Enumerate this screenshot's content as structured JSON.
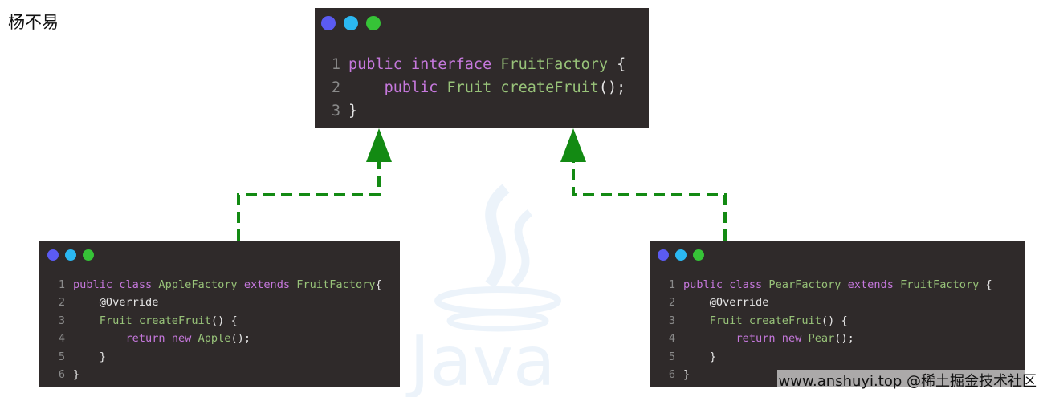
{
  "author": "杨不易",
  "footer_text": "www.anshuyi.top @稀土掘金技术社区",
  "colors": {
    "window_bg": "#2f2a2a",
    "dot_purple": "#5b5bf2",
    "dot_cyan": "#2bb8f2",
    "dot_green": "#36c337",
    "arrow": "#138a13",
    "keyword": "#c678dd",
    "type": "#98c379"
  },
  "watermark_icon": "java-logo-icon",
  "interface_code": {
    "lines": [
      {
        "n": "1",
        "tokens": [
          {
            "t": "public",
            "c": "kw"
          },
          {
            "t": " ",
            "c": "pl"
          },
          {
            "t": "interface",
            "c": "kw"
          },
          {
            "t": " ",
            "c": "pl"
          },
          {
            "t": "FruitFactory",
            "c": "ty"
          },
          {
            "t": " {",
            "c": "pl"
          }
        ]
      },
      {
        "n": "2",
        "tokens": [
          {
            "t": "    ",
            "c": "pl"
          },
          {
            "t": "public",
            "c": "kw"
          },
          {
            "t": " ",
            "c": "pl"
          },
          {
            "t": "Fruit",
            "c": "ty"
          },
          {
            "t": " ",
            "c": "pl"
          },
          {
            "t": "createFruit",
            "c": "fn"
          },
          {
            "t": "();",
            "c": "pl"
          }
        ]
      },
      {
        "n": "3",
        "tokens": [
          {
            "t": "}",
            "c": "pl"
          }
        ]
      }
    ]
  },
  "apple_code": {
    "lines": [
      {
        "n": "1",
        "tokens": [
          {
            "t": "public",
            "c": "kw"
          },
          {
            "t": " ",
            "c": "pl"
          },
          {
            "t": "class",
            "c": "kw"
          },
          {
            "t": " ",
            "c": "pl"
          },
          {
            "t": "AppleFactory",
            "c": "ty"
          },
          {
            "t": " ",
            "c": "pl"
          },
          {
            "t": "extends",
            "c": "kw"
          },
          {
            "t": " ",
            "c": "pl"
          },
          {
            "t": "FruitFactory",
            "c": "ty"
          },
          {
            "t": "{",
            "c": "pl"
          }
        ]
      },
      {
        "n": "2",
        "tokens": [
          {
            "t": "    @Override",
            "c": "pl"
          }
        ]
      },
      {
        "n": "3",
        "tokens": [
          {
            "t": "    ",
            "c": "pl"
          },
          {
            "t": "Fruit",
            "c": "ty"
          },
          {
            "t": " ",
            "c": "pl"
          },
          {
            "t": "createFruit",
            "c": "fn"
          },
          {
            "t": "() {",
            "c": "pl"
          }
        ]
      },
      {
        "n": "4",
        "tokens": [
          {
            "t": "        ",
            "c": "pl"
          },
          {
            "t": "return",
            "c": "kw"
          },
          {
            "t": " ",
            "c": "pl"
          },
          {
            "t": "new",
            "c": "kw"
          },
          {
            "t": " ",
            "c": "pl"
          },
          {
            "t": "Apple",
            "c": "ty"
          },
          {
            "t": "();",
            "c": "pl"
          }
        ]
      },
      {
        "n": "5",
        "tokens": [
          {
            "t": "    }",
            "c": "pl"
          }
        ]
      },
      {
        "n": "6",
        "tokens": [
          {
            "t": "}",
            "c": "pl"
          }
        ]
      }
    ]
  },
  "pear_code": {
    "lines": [
      {
        "n": "1",
        "tokens": [
          {
            "t": "public",
            "c": "kw"
          },
          {
            "t": " ",
            "c": "pl"
          },
          {
            "t": "class",
            "c": "kw"
          },
          {
            "t": " ",
            "c": "pl"
          },
          {
            "t": "PearFactory",
            "c": "ty"
          },
          {
            "t": " ",
            "c": "pl"
          },
          {
            "t": "extends",
            "c": "kw"
          },
          {
            "t": " ",
            "c": "pl"
          },
          {
            "t": "FruitFactory",
            "c": "ty"
          },
          {
            "t": " {",
            "c": "pl"
          }
        ]
      },
      {
        "n": "2",
        "tokens": [
          {
            "t": "    @Override",
            "c": "pl"
          }
        ]
      },
      {
        "n": "3",
        "tokens": [
          {
            "t": "    ",
            "c": "pl"
          },
          {
            "t": "Fruit",
            "c": "ty"
          },
          {
            "t": " ",
            "c": "pl"
          },
          {
            "t": "createFruit",
            "c": "fn"
          },
          {
            "t": "() {",
            "c": "pl"
          }
        ]
      },
      {
        "n": "4",
        "tokens": [
          {
            "t": "        ",
            "c": "pl"
          },
          {
            "t": "return",
            "c": "kw"
          },
          {
            "t": " ",
            "c": "pl"
          },
          {
            "t": "new",
            "c": "kw"
          },
          {
            "t": " ",
            "c": "pl"
          },
          {
            "t": "Pear",
            "c": "ty"
          },
          {
            "t": "();",
            "c": "pl"
          }
        ]
      },
      {
        "n": "5",
        "tokens": [
          {
            "t": "    }",
            "c": "pl"
          }
        ]
      },
      {
        "n": "6",
        "tokens": [
          {
            "t": "}",
            "c": "pl"
          }
        ]
      }
    ]
  }
}
